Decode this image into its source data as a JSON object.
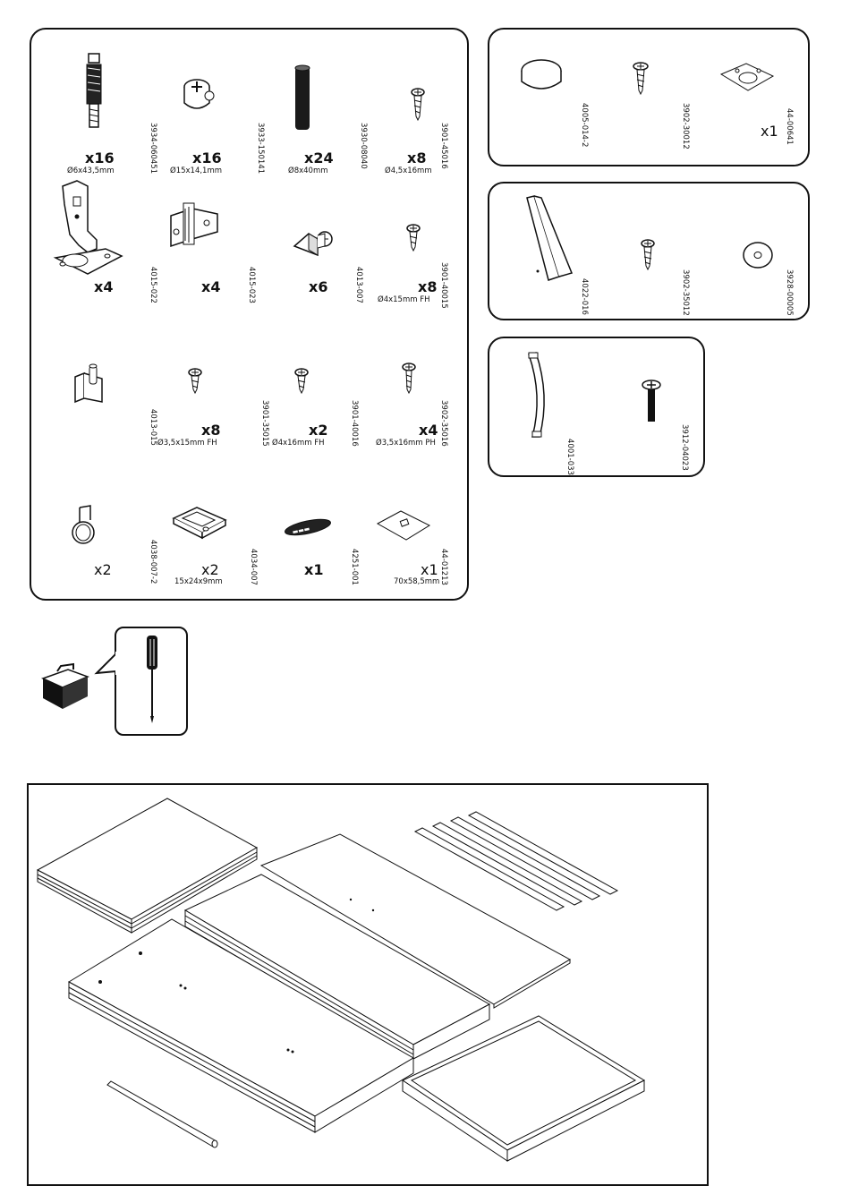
{
  "main_box": {
    "rows": [
      [
        {
          "qty": "x16",
          "dim": "Ø6x43,5mm",
          "code": "3934-060451",
          "icon": "cam-bolt-icon"
        },
        {
          "qty": "x16",
          "dim": "Ø15x14,1mm",
          "code": "3933-150141",
          "icon": "cam-lock-icon"
        },
        {
          "qty": "x24",
          "dim": "Ø8x40mm",
          "code": "3930-08040",
          "icon": "wooden-dowel-icon"
        },
        {
          "qty": "x8",
          "dim": "Ø4,5x16mm",
          "code": "3901-45016",
          "icon": "screw-icon"
        }
      ],
      [
        {
          "qty": "x4",
          "dim": "",
          "code": "4015-022",
          "icon": "hinge-icon"
        },
        {
          "qty": "x4",
          "dim": "",
          "code": "4015-023",
          "icon": "hinge-plate-icon"
        },
        {
          "qty": "x6",
          "dim": "",
          "code": "4013-007",
          "icon": "corner-bracket-icon"
        },
        {
          "qty": "x8",
          "dim": "Ø4x15mm FH",
          "code": "3901-40015",
          "icon": "screw-icon"
        }
      ],
      [
        {
          "qty": "",
          "dim": "",
          "code": "4013-015",
          "icon": "shelf-support-icon"
        },
        {
          "qty": "x8",
          "dim": "Ø3,5x15mm FH",
          "code": "3901-35015",
          "icon": "screw-icon"
        },
        {
          "qty": "x2",
          "dim": "Ø4x16mm FH",
          "code": "3901-40016",
          "icon": "screw-icon"
        },
        {
          "qty": "x4",
          "dim": "Ø3,5x16mm PH",
          "code": "3902-35016",
          "icon": "screw-icon"
        }
      ],
      [
        {
          "qty": "x2",
          "dim": "",
          "code": "4038-007-2",
          "icon": "rod-holder-icon"
        },
        {
          "qty": "x2",
          "dim": "15x24x9mm",
          "code": "4034-007",
          "icon": "rail-bracket-icon"
        },
        {
          "qty": "x1",
          "dim": "",
          "code": "4251-001",
          "icon": "logo-badge-icon"
        },
        {
          "qty": "x1",
          "dim": "70x58,5mm",
          "code": "44-01213",
          "icon": "sticker-icon"
        }
      ]
    ]
  },
  "side_box_1": {
    "items": [
      {
        "qty": "",
        "code": "4005-014-2",
        "icon": "felt-pad-icon"
      },
      {
        "qty": "",
        "code": "3902-30012",
        "icon": "screw-icon"
      },
      {
        "qty": "x1",
        "code": "44-00641",
        "icon": "adhesive-pad-icon"
      }
    ]
  },
  "side_box_2": {
    "items": [
      {
        "code": "4022-016",
        "icon": "strap-icon"
      },
      {
        "code": "3902-35012",
        "icon": "screw-icon"
      },
      {
        "code": "3928-00005",
        "icon": "washer-icon"
      }
    ]
  },
  "side_box_3": {
    "items": [
      {
        "code": "4001-033",
        "icon": "handle-icon"
      },
      {
        "code": "3912-04023",
        "icon": "bolt-icon"
      }
    ]
  },
  "tools": {
    "toolbox_icon": "toolbox-icon",
    "tool_icon": "phillips-screwdriver-icon"
  },
  "panels": {
    "icon": "panel-set-illustration"
  }
}
